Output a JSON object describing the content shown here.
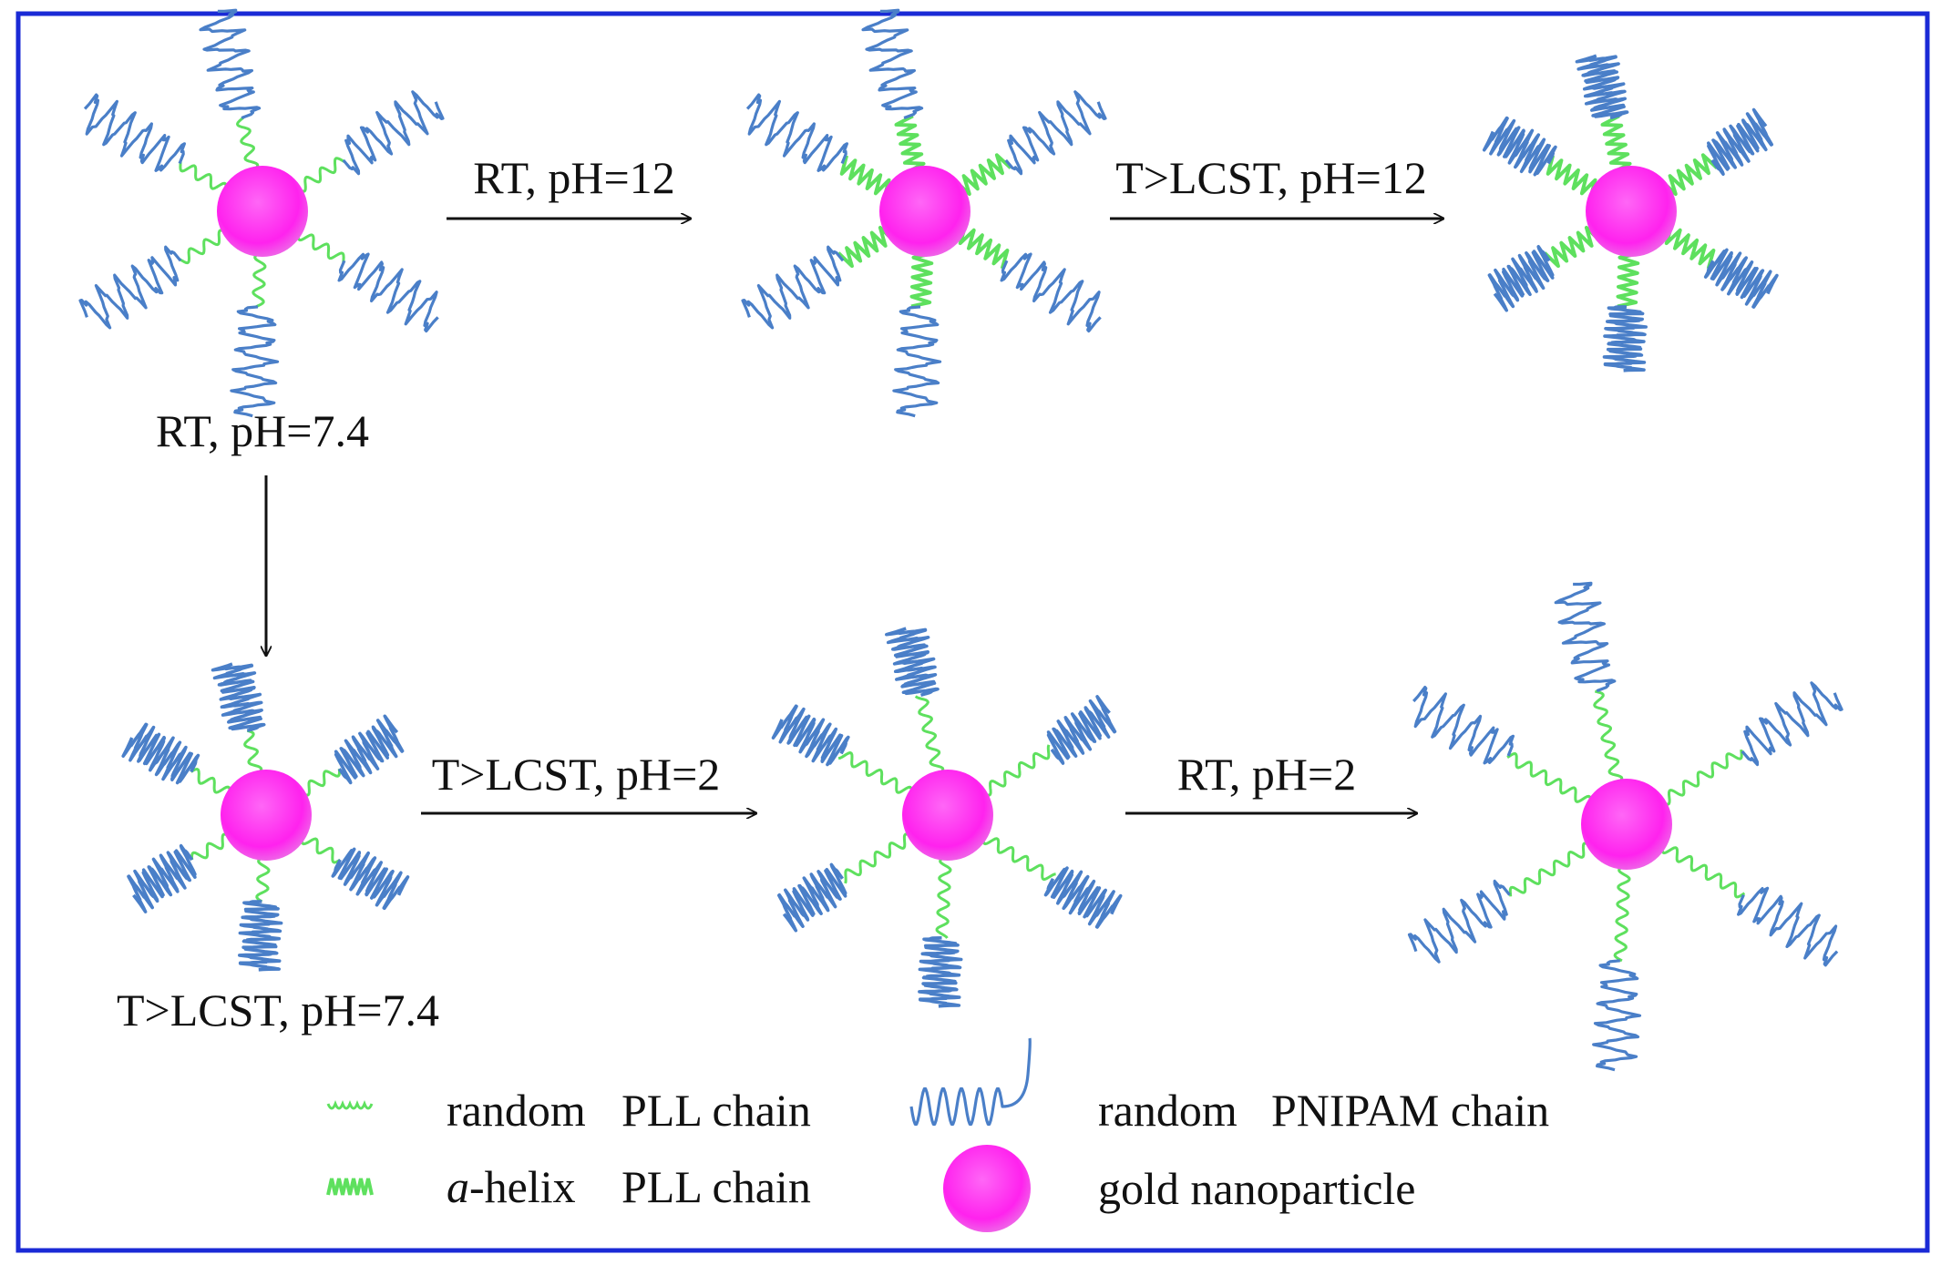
{
  "colors": {
    "border": "#1a2ad6",
    "pll": "#5ee05e",
    "pnipam": "#4a7fc8",
    "gold": "#ff22ee",
    "arrow": "#111111"
  },
  "states": {
    "s1": {
      "label": "RT, pH=7.4"
    },
    "s2": {
      "label": ""
    },
    "s3": {
      "label": ""
    },
    "s4": {
      "label": "T>LCST, pH=7.4"
    },
    "s5": {
      "label": ""
    },
    "s6": {
      "label": ""
    }
  },
  "transitions": {
    "t12": {
      "label": "RT, pH=12"
    },
    "t23": {
      "label": "T>LCST, pH=12"
    },
    "t14": {
      "label": ""
    },
    "t45": {
      "label": "T>LCST, pH=2"
    },
    "t56": {
      "label": "RT, pH=2"
    }
  },
  "legend": {
    "random_pll": {
      "label_a": "random",
      "label_b": "PLL chain",
      "icon": "random-pll-chain-icon"
    },
    "helix_pll": {
      "label_a_italic": "a",
      "label_a_rest": "-helix",
      "label_b": "PLL chain",
      "icon": "helix-pll-chain-icon"
    },
    "random_pnipam": {
      "label_a": "random",
      "label_b": "PNIPAM chain",
      "icon": "random-pnipam-chain-icon"
    },
    "gold": {
      "label": "gold nanoparticle",
      "icon": "gold-nanoparticle-icon"
    }
  }
}
